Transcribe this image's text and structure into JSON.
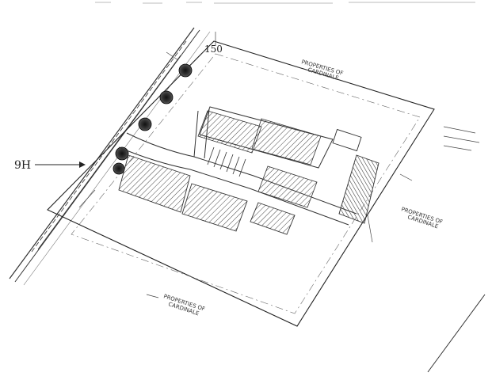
{
  "labels": {
    "route": "9H",
    "station": "150",
    "prop_top_1": "PROPERTIES OF",
    "prop_top_2": "CARDINALE",
    "prop_right_1": "PROPERTIES OF",
    "prop_right_2": "CARDINALE",
    "prop_bottom_1": "PROPERTIES OF",
    "prop_bottom_2": "CARDINALE"
  }
}
